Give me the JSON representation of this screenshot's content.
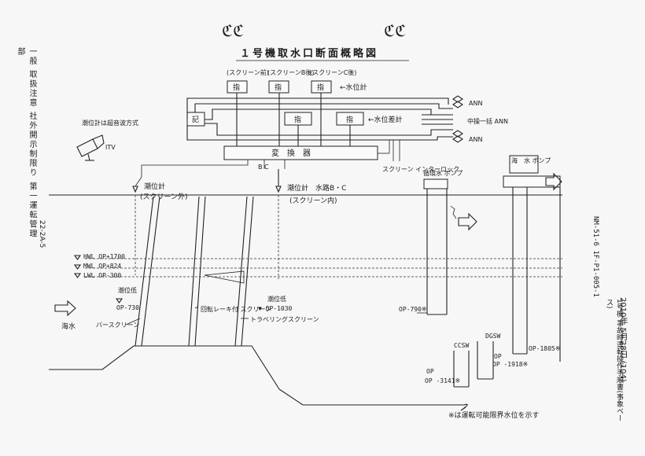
{
  "title": "１号機取水口断面概略図",
  "header_marks": "ℭℭ",
  "screens": {
    "outer": "(スクリーン前)",
    "b": "(スクリーンB後)",
    "c": "(スクリーンC後)"
  },
  "indicators": {
    "indicator_label": "指",
    "recorder_label": "記",
    "level_gauge_note": "←水位計",
    "diff_gauge_note": "←水位差計",
    "converter_label": "変　換　器",
    "converter_ports": "B  C"
  },
  "ann": {
    "upper": "ANN",
    "middle": "中操一括 ANN",
    "lower": "ANN"
  },
  "tide_method": "潮位計は超音波方式",
  "itv": "ITV",
  "screen_interlock": "スクリーン インターロック",
  "gauges": {
    "outer_gauge": "潮位計",
    "outer_sub": "(スクリーン外)",
    "inner_gauge": "潮位計　水路B・C",
    "inner_sub": "(スクリーン内)"
  },
  "levels": {
    "hwl": "HWL OP+1700",
    "mwl": "MWL OP+824",
    "lwl": "LWL OP-300"
  },
  "low_tide_1": {
    "label": "潮位低",
    "value": "OP-730"
  },
  "low_tide_2": {
    "label": "潮位低",
    "value": "▼ OP-1030"
  },
  "seawater": "海水",
  "screen_labels": {
    "bar": "バースクリーン",
    "rotary": "回転レーキ付 スクリーン",
    "traveling": "トラベリングスクリーン"
  },
  "pumps": {
    "circ": "循環水 ポンプ",
    "circ_level": "OP-790※",
    "sea": "海　水 ポンプ",
    "sea_level": "OP-1805※",
    "ccsw": "CCSW",
    "ccsw_level": "OP -3141※",
    "dgsw": "DGSW",
    "dgsw_level": "OP -1918※"
  },
  "footnote": "※は運転可能限界水位を示す",
  "left_stamp": "一般 取扱注意 社外開示制限り 第一運転管理部",
  "left_number": "22-2A-5",
  "right_doc_id": "NM-51-6 1F-P1-005-1",
  "right_title": "1号機 事故時運転操作手順書(事象ベース)",
  "right_date": "2010年 5月28日 (104)"
}
